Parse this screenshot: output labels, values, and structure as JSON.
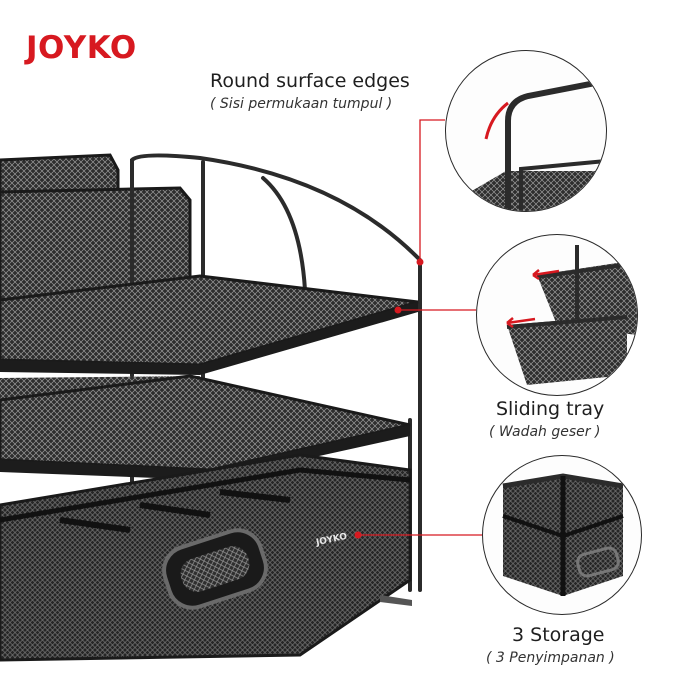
{
  "brand": {
    "logo_text": "JOYKO",
    "product_label": "JOYKO"
  },
  "colors": {
    "accent": "#d71920",
    "metal": "#3a3a3a",
    "text": "#1f1f1f"
  },
  "features": [
    {
      "title": "Round surface edges",
      "subtitle": "( Sisi permukaan tumpul )",
      "icon": "round-edge-detail"
    },
    {
      "title": "Sliding tray",
      "subtitle": "( Wadah geser )",
      "icon": "sliding-tray-detail"
    },
    {
      "title": "3 Storage",
      "subtitle": "( 3 Penyimpanan )",
      "icon": "storage-detail"
    }
  ]
}
